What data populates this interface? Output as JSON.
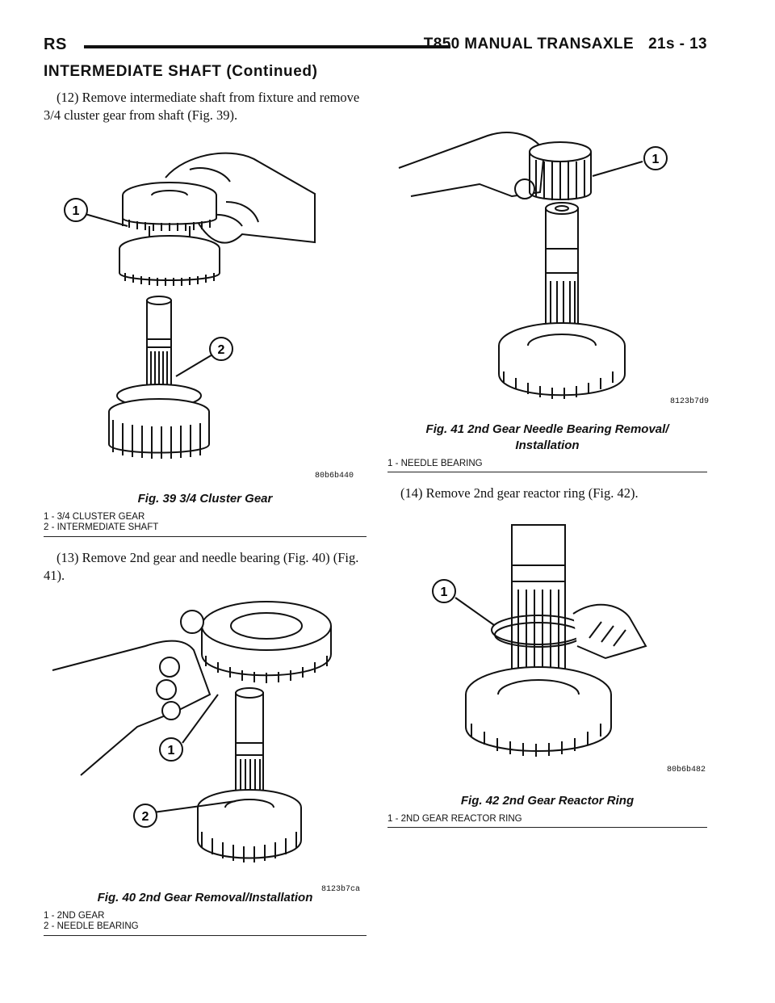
{
  "header": {
    "left": "RS",
    "title": "T850 MANUAL TRANSAXLE",
    "page": "21s - 13"
  },
  "section_title": "INTERMEDIATE SHAFT (Continued)",
  "steps": {
    "s12": "(12) Remove intermediate shaft from fixture and remove 3/4 cluster gear from shaft (Fig. 39).",
    "s13": "(13) Remove 2nd gear and needle bearing (Fig. 40) (Fig. 41).",
    "s14": "(14) Remove 2nd gear reactor ring (Fig. 42)."
  },
  "figures": {
    "fig39": {
      "code": "80b6b440",
      "caption": "Fig. 39 3/4 Cluster Gear",
      "callouts": [
        "1",
        "2"
      ],
      "legend": [
        "1 - 3/4 CLUSTER GEAR",
        "2 - INTERMEDIATE SHAFT"
      ]
    },
    "fig40": {
      "code": "8123b7ca",
      "caption": "Fig. 40 2nd Gear Removal/Installation",
      "callouts": [
        "1",
        "2"
      ],
      "legend": [
        "1 - 2ND GEAR",
        "2 - NEEDLE BEARING"
      ]
    },
    "fig41": {
      "code": "8123b7d9",
      "caption_line1": "Fig. 41 2nd Gear Needle Bearing Removal/",
      "caption_line2": "Installation",
      "callouts": [
        "1"
      ],
      "legend": [
        "1 - NEEDLE BEARING"
      ]
    },
    "fig42": {
      "code": "80b6b482",
      "caption": "Fig. 42 2nd Gear Reactor Ring",
      "callouts": [
        "1"
      ],
      "legend": [
        "1 - 2ND GEAR REACTOR RING"
      ]
    }
  }
}
